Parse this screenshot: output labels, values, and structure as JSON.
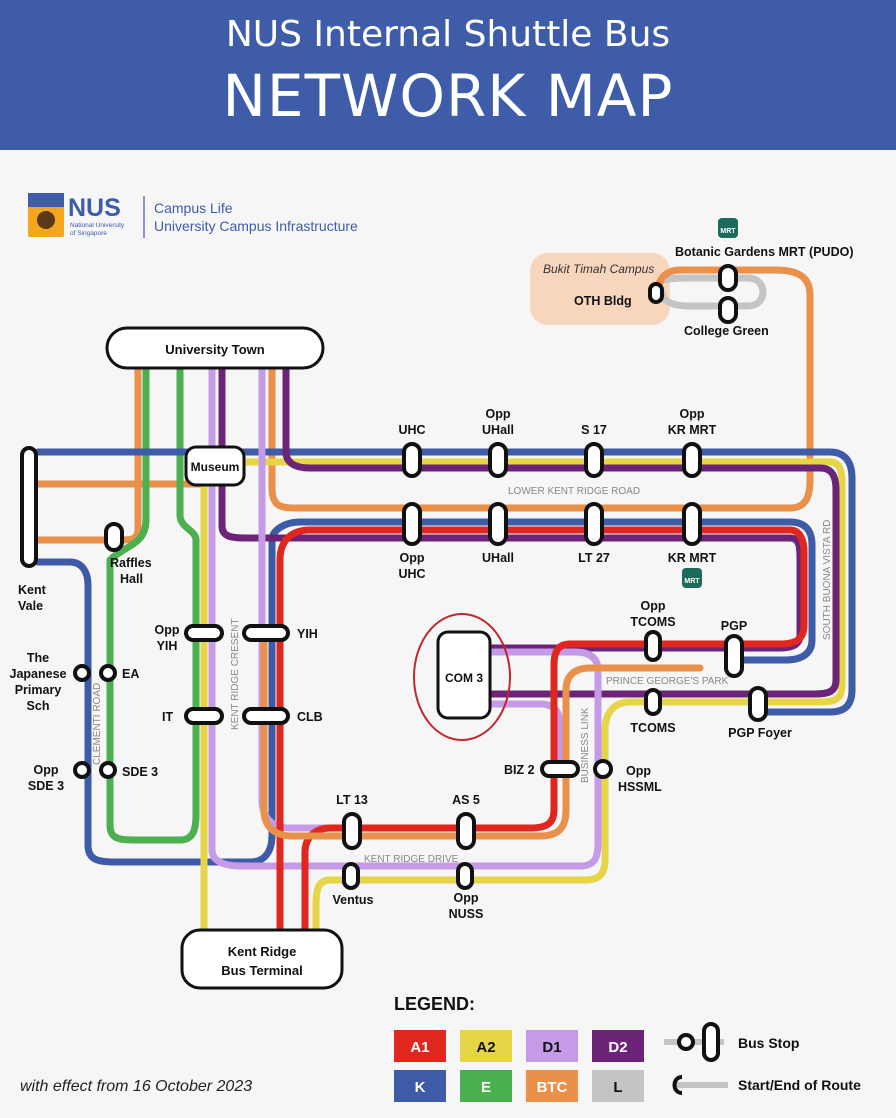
{
  "header": {
    "subtitle": "NUS Internal Shuttle Bus",
    "title": "NETWORK MAP"
  },
  "logo": {
    "name": "NUS",
    "sub1": "National University",
    "sub2": "of Singapore",
    "dept1": "Campus Life",
    "dept2": "University Campus Infrastructure"
  },
  "campus": {
    "bukit_timah": "Bukit Timah Campus"
  },
  "stops": {
    "oth": "OTH Bldg",
    "botanic": "Botanic Gardens MRT (PUDO)",
    "college_green": "College Green",
    "utown": "University Town",
    "museum": "Museum",
    "kent_vale_1": "Kent",
    "kent_vale_2": "Vale",
    "raffles_1": "Raffles",
    "raffles_2": "Hall",
    "uhc": "UHC",
    "opp_uhall_1": "Opp",
    "opp_uhall_2": "UHall",
    "s17": "S 17",
    "opp_krmrt_1": "Opp",
    "opp_krmrt_2": "KR MRT",
    "opp_uhc_1": "Opp",
    "opp_uhc_2": "UHC",
    "uhall": "UHall",
    "lt27": "LT 27",
    "krmrt": "KR MRT",
    "opp_yih_1": "Opp",
    "opp_yih_2": "YIH",
    "yih": "YIH",
    "it": "IT",
    "clb": "CLB",
    "jps_1": "The",
    "jps_2": "Japanese",
    "jps_3": "Primary",
    "jps_4": "Sch",
    "ea": "EA",
    "opp_sde3_1": "Opp",
    "opp_sde3_2": "SDE 3",
    "sde3": "SDE 3",
    "com3": "COM 3",
    "opp_tcoms_1": "Opp",
    "opp_tcoms_2": "TCOMS",
    "tcoms": "TCOMS",
    "pgp": "PGP",
    "pgp_foyer": "PGP Foyer",
    "biz2": "BIZ 2",
    "opp_hssml_1": "Opp",
    "opp_hssml_2": "HSSML",
    "lt13": "LT 13",
    "as5": "AS 5",
    "ventus": "Ventus",
    "opp_nuss_1": "Opp",
    "opp_nuss_2": "NUSS",
    "terminal_1": "Kent Ridge",
    "terminal_2": "Bus Terminal"
  },
  "roads": {
    "lower_kent_ridge": "LOWER KENT RIDGE ROAD",
    "south_buona_vista": "SOUTH BUONA VISTA RD",
    "prince_georges": "PRINCE GEORGE'S PARK",
    "kent_ridge_cresent": "KENT RIDGE CRESENT",
    "clementi": "CLEMENTI ROAD",
    "business_link": "BUSINESS LINK",
    "kent_ridge_drive": "KENT RIDGE DRIVE"
  },
  "mrt_icon_label": "MRT",
  "legend": {
    "title": "LEGEND:",
    "routes": [
      {
        "label": "A1",
        "color": "#e0271f"
      },
      {
        "label": "A2",
        "color": "#e6d547"
      },
      {
        "label": "D1",
        "color": "#c59ae6"
      },
      {
        "label": "D2",
        "color": "#6b2477"
      },
      {
        "label": "K",
        "color": "#3d5ba6"
      },
      {
        "label": "E",
        "color": "#4caf50"
      },
      {
        "label": "BTC",
        "color": "#e9904a"
      },
      {
        "label": "L",
        "color": "#c4c4c4"
      }
    ],
    "bus_stop": "Bus Stop",
    "start_end": "Start/End of Route"
  },
  "footer": {
    "effective": "with effect from 16 October 2023"
  }
}
